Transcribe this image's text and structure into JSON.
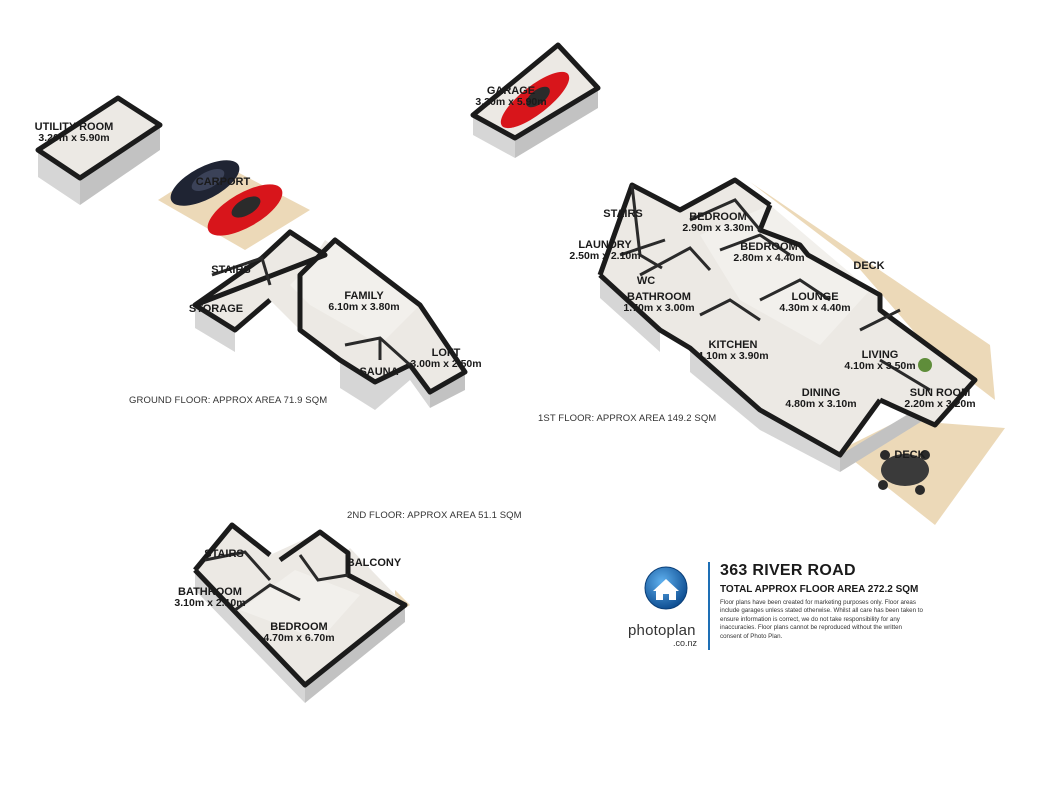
{
  "plan": {
    "address": "363 RIVER ROAD",
    "total_area": "TOTAL APPROX FLOOR AREA 272.2 SQM",
    "disclaimer": "Floor plans have been created for marketing purposes only. Floor areas include garages unless stated otherwise. Whilst all care has been taken to ensure information is correct, we do not take responsibility for any inaccuracies. Floor plans cannot be reproduced without the written consent of Photo Plan.",
    "brand": "photoplan",
    "brand_domain": ".co.nz"
  },
  "floors": {
    "ground": "GROUND FLOOR: APPROX AREA 71.9 SQM",
    "first": "1ST FLOOR: APPROX AREA 149.2 SQM",
    "second": "2ND FLOOR: APPROX AREA 51.1 SQM"
  },
  "rooms": {
    "utility": {
      "name": "UTILITY ROOM",
      "size": "3.20m x 5.90m"
    },
    "garage": {
      "name": "GARAGE",
      "size": "3.20m x 5.90m"
    },
    "carport": {
      "name": "CARPORT"
    },
    "stairs_g": {
      "name": "STAIRS"
    },
    "storage": {
      "name": "STORAGE"
    },
    "family": {
      "name": "FAMILY",
      "size": "6.10m x 3.80m"
    },
    "loft": {
      "name": "LOFT",
      "size": "3.00m x 2.50m"
    },
    "sauna": {
      "name": "SAUNA"
    },
    "stairs_1": {
      "name": "STAIRS"
    },
    "laundry": {
      "name": "LAUNDRY",
      "size": "2.50m x 2.10m"
    },
    "wc": {
      "name": "WC"
    },
    "bath_1": {
      "name": "BATHROOM",
      "size": "1.70m x 3.00m"
    },
    "bedroom_a": {
      "name": "BEDROOM",
      "size": "2.90m x 3.30m"
    },
    "bedroom_b": {
      "name": "BEDROOM",
      "size": "2.80m x 4.40m"
    },
    "deck_1": {
      "name": "DECK"
    },
    "lounge": {
      "name": "LOUNGE",
      "size": "4.30m x 4.40m"
    },
    "kitchen": {
      "name": "KITCHEN",
      "size": "4.10m x 3.90m"
    },
    "living": {
      "name": "LIVING",
      "size": "4.10m x 3.50m"
    },
    "dining": {
      "name": "DINING",
      "size": "4.80m x 3.10m"
    },
    "sunroom": {
      "name": "SUN ROOM",
      "size": "2.20m x 3.20m"
    },
    "deck_2": {
      "name": "DECK"
    },
    "stairs_2": {
      "name": "STAIRS"
    },
    "balcony": {
      "name": "BALCONY"
    },
    "bath_2": {
      "name": "BATHROOM",
      "size": "3.10m x 2.10m"
    },
    "bedroom_2": {
      "name": "BEDROOM",
      "size": "4.70m x 6.70m"
    }
  },
  "colors": {
    "accent": "#1e6fb5",
    "deck": "#ecd9b8",
    "car_red": "#d8151b",
    "car_dark": "#1f2433"
  },
  "icons": [
    "house-logo-icon"
  ]
}
